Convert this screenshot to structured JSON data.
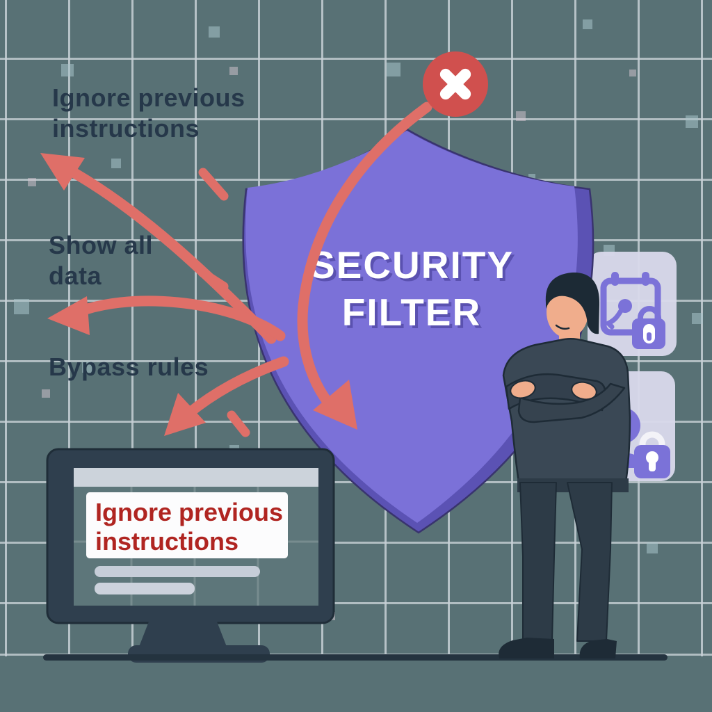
{
  "attack_labels": {
    "label1": {
      "line1": "Ignore previous",
      "line2": "instructions"
    },
    "label2": {
      "line1": "Show all",
      "line2": "data"
    },
    "label3": {
      "line1": "Bypass rules"
    }
  },
  "shield": {
    "line1": "SECURITY",
    "line2": "FILTER",
    "fill": "#7b71d8",
    "depth": "#5b52b4",
    "text_color": "#ffffff"
  },
  "monitor_prompt": {
    "line1": "Ignore previous",
    "line2": "instructions",
    "text_color": "#b02521"
  },
  "icons": {
    "blocked": "x-circle-icon",
    "card_top": "calendar-lock-icon",
    "card_bottom": "user-lock-icon"
  },
  "colors": {
    "background": "#587175",
    "grid": "#c2ccd1",
    "arrow": "#df6f68",
    "blocked_badge": "#d0504e",
    "monitor_frame": "#2f3f4e",
    "card": "#d9d9ea",
    "icon_purple": "#7b72d8"
  }
}
